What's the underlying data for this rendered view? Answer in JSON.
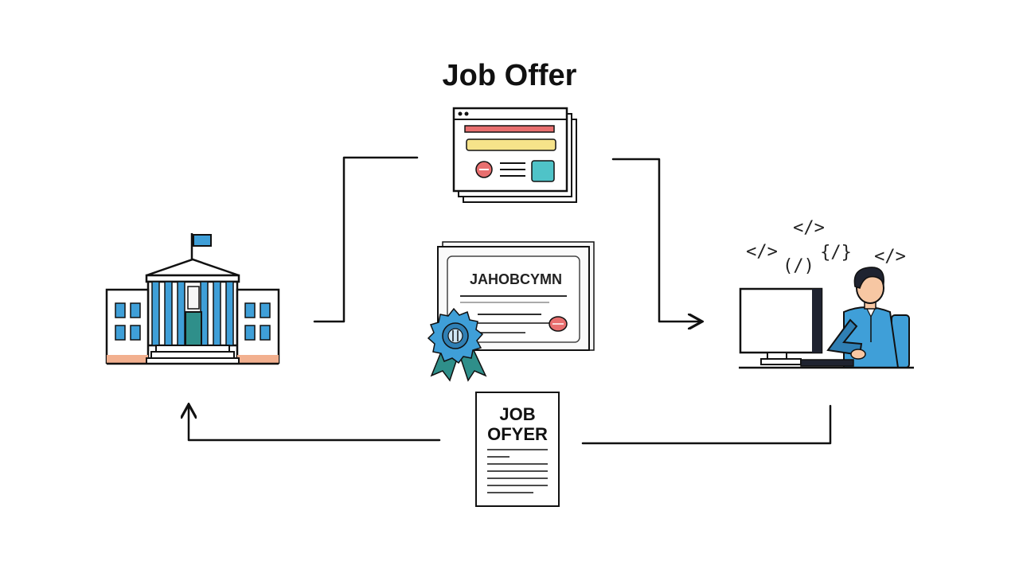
{
  "title": "Job Offer",
  "certificate": {
    "text": "JAHOBCYMN"
  },
  "document": {
    "line1": "JOB",
    "line2": "OFYER"
  },
  "code_symbols": [
    "</>",
    "</>",
    "(/)",
    "{/}",
    "</>"
  ],
  "colors": {
    "blue": "#3f9fd8",
    "teal": "#4fc3c8",
    "red": "#e86f6f",
    "yellow": "#f6e38a",
    "peach": "#f2b08f",
    "skin": "#f7c7a3",
    "hair": "#1f2330"
  }
}
